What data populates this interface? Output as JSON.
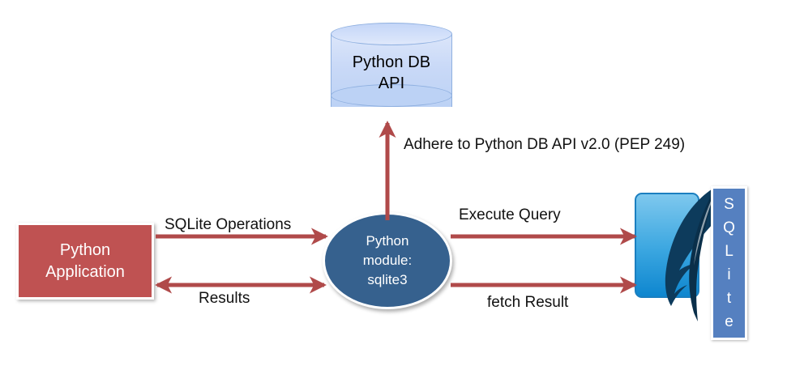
{
  "diagram": {
    "title": "Python sqlite3 architecture",
    "nodes": {
      "db_api": {
        "name": "python-db-api-cylinder",
        "line1": "Python DB",
        "line2": "API",
        "shape": "cylinder",
        "fill_top": "#dce6fa",
        "fill_bottom": "#bcd2f5",
        "stroke": "#8fb0e0"
      },
      "python_app": {
        "name": "python-application-box",
        "line1": "Python",
        "line2": "Application",
        "shape": "rectangle",
        "fill": "#bf5252",
        "text_color": "#ffffff",
        "border": "#ffffff"
      },
      "py_module": {
        "name": "python-module-ellipse",
        "line1": "Python",
        "line2": "module:",
        "line3": "sqlite3",
        "shape": "ellipse",
        "fill": "#36618e",
        "text_color": "#ffffff",
        "border": "#ffffff"
      },
      "sqlite": {
        "name": "sqlite-logo",
        "letters": [
          "S",
          "Q",
          "L",
          "i",
          "t",
          "e"
        ],
        "panel_gradient_from": "#7ec8ee",
        "panel_gradient_to": "#0e86cf",
        "feather_color": "#0d3b5c",
        "bar_color": "#5580c0"
      }
    },
    "edges": [
      {
        "name": "edge-adhere",
        "label": "Adhere to Python DB API v2.0 (PEP 249)",
        "from": "py_module",
        "to": "db_api",
        "direction": "up",
        "arrowheads": "single",
        "color": "#b04a4a"
      },
      {
        "name": "edge-sqlite-operations",
        "label": "SQLite Operations",
        "from": "python_app",
        "to": "py_module",
        "direction": "right",
        "arrowheads": "single",
        "color": "#b04a4a"
      },
      {
        "name": "edge-results",
        "label": "Results",
        "from": "py_module",
        "to": "python_app",
        "direction": "both",
        "arrowheads": "double",
        "color": "#b04a4a"
      },
      {
        "name": "edge-execute-query",
        "label": "Execute Query",
        "from": "py_module",
        "to": "sqlite",
        "direction": "right",
        "arrowheads": "single",
        "color": "#b04a4a"
      },
      {
        "name": "edge-fetch-result",
        "label": "fetch Result",
        "from": "sqlite",
        "to": "py_module",
        "direction": "right",
        "arrowheads": "single",
        "color": "#b04a4a"
      }
    ]
  }
}
